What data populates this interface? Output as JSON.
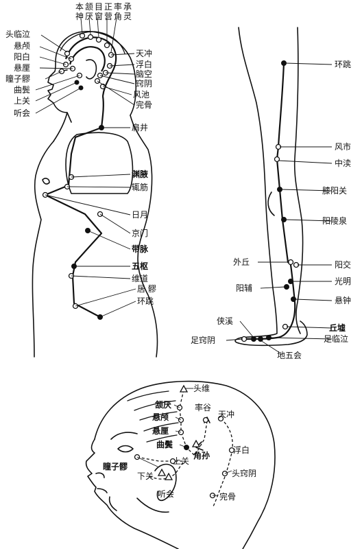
{
  "torso_labels": {
    "benshen": "本",
    "shenting_jin": "神",
    "hanyan": "颔",
    "yan": "厌",
    "muchuang1": "目",
    "muchuang2": "窗",
    "zhengying1": "正",
    "zhengying2": "营",
    "shuaigu1": "率",
    "shuaigu2": "角",
    "chengling1": "承",
    "chengling2": "灵",
    "toulinqi": "头临泣",
    "xuanlu": "悬颅",
    "yangbai": "阳白",
    "xuanli": "悬厘",
    "tongziliao": "瞳子髎",
    "qubin": "曲鬓",
    "shangguan": "上关",
    "tinghui": "听会",
    "tianchong": "天冲",
    "fubai": "浮白",
    "naokong": "脑空",
    "qiaoyin": "窍阴",
    "fengchi": "风池",
    "wangu": "完骨",
    "jianjing": "肩井",
    "yuanye": "渊腋",
    "zhejin": "辄筋",
    "riyue": "日月",
    "jingmen": "京门",
    "daimai": "带脉",
    "wushu": "五枢",
    "weidao": "维道",
    "juliao": "居 髎",
    "huantiao": "环跳"
  },
  "leg_labels": {
    "huantiao": "环跳",
    "fengshi": "风市",
    "zhongdu": "中渎",
    "xiyangguan": "膝阳关",
    "yanglingquan": "阳陵泉",
    "waiqiu": "外丘",
    "yangjiao": "阳交",
    "guangming": "光明",
    "yangfu": "阳辅",
    "xuanzhong": "悬钟",
    "xiaxi": "侠溪",
    "qiuxu": "丘墟",
    "zuqiaoyin": "足窍阴",
    "zulinqi": "足临泣",
    "diwuhui": "地五会"
  },
  "head_labels": {
    "touwei": "头维",
    "hanyan": "颔厌",
    "shuaigu": "率谷",
    "tianchong": "天冲",
    "xuanlu": "悬颅",
    "xuanli": "悬厘",
    "qubin": "曲鬓",
    "fubai": "浮白",
    "tongziliao": "瞳子髎",
    "shangguan": "上关",
    "jiaosun": "角孙",
    "touqiaoyin": "头窍阴",
    "xiaguan": "下关",
    "tinghui": "听会",
    "wangu": "完骨"
  }
}
